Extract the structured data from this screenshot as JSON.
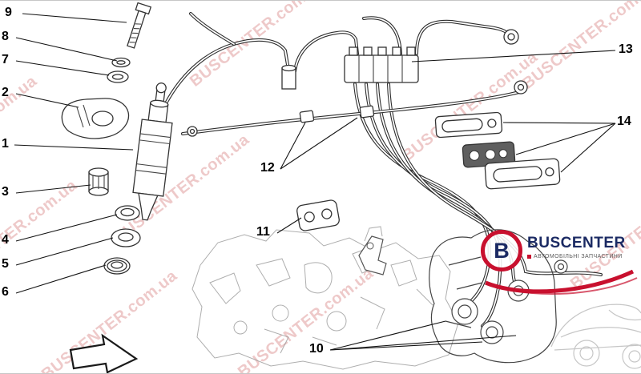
{
  "watermark": {
    "text": "BUSCENTER.com.ua"
  },
  "callouts": {
    "c1": "1",
    "c2": "2",
    "c3": "3",
    "c4": "4",
    "c5": "5",
    "c6": "6",
    "c7": "7",
    "c8": "8",
    "c9": "9",
    "c10": "10",
    "c11": "11",
    "c12": "12",
    "c13": "13",
    "c14": "14"
  },
  "logo": {
    "initial": "B",
    "brand": "BUSCENTER",
    "tagline": "АВТОМОБІЛЬНІ ЗАПЧАСТИНИ"
  },
  "colors": {
    "watermark": "#c95858",
    "accent_red": "#c8102e",
    "brand_navy": "#1b2a63"
  }
}
